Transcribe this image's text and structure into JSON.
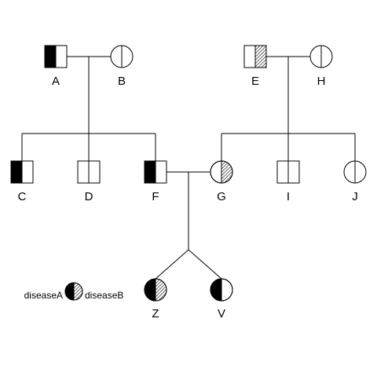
{
  "pedigree": {
    "individuals": [
      {
        "id": "A",
        "sex": "male",
        "diseaseA": true,
        "diseaseB": false
      },
      {
        "id": "B",
        "sex": "female",
        "diseaseA": false,
        "diseaseB": false
      },
      {
        "id": "E",
        "sex": "male",
        "diseaseA": false,
        "diseaseB": true
      },
      {
        "id": "H",
        "sex": "female",
        "diseaseA": false,
        "diseaseB": false
      },
      {
        "id": "C",
        "sex": "male",
        "diseaseA": true,
        "diseaseB": false
      },
      {
        "id": "D",
        "sex": "male",
        "diseaseA": false,
        "diseaseB": false
      },
      {
        "id": "F",
        "sex": "male",
        "diseaseA": true,
        "diseaseB": false
      },
      {
        "id": "G",
        "sex": "female",
        "diseaseA": false,
        "diseaseB": true
      },
      {
        "id": "I",
        "sex": "male",
        "diseaseA": false,
        "diseaseB": false
      },
      {
        "id": "J",
        "sex": "female",
        "diseaseA": false,
        "diseaseB": false
      },
      {
        "id": "Z",
        "sex": "female",
        "diseaseA": true,
        "diseaseB": true
      },
      {
        "id": "V",
        "sex": "female",
        "diseaseA": true,
        "diseaseB": false
      }
    ],
    "couples": [
      [
        "A",
        "B"
      ],
      [
        "E",
        "H"
      ],
      [
        "F",
        "G"
      ]
    ],
    "children": {
      "A-B": [
        "C",
        "D",
        "F"
      ],
      "E-H": [
        "G",
        "I",
        "J"
      ],
      "F-G": [
        "Z",
        "V"
      ]
    },
    "twins": [
      "Z",
      "V"
    ]
  },
  "legend": {
    "left_label": "diseaseA",
    "right_label": "diseaseB"
  },
  "colors": {
    "line": "#000000",
    "fill": "#000000",
    "background": "#ffffff"
  }
}
